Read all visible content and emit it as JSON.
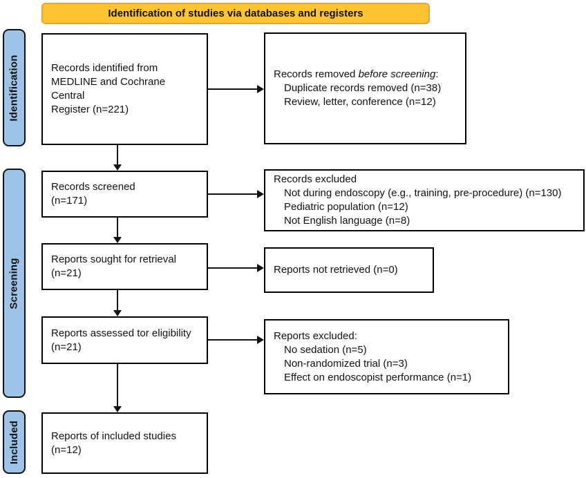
{
  "header": {
    "title": "Identification of studies via databases and registers"
  },
  "side_labels": {
    "identification": "Identification",
    "screening": "Screening",
    "included": "Included"
  },
  "boxes": {
    "records_identified": {
      "lines": [
        "Records identified from",
        "MEDLINE and Cochrane",
        "Central",
        "Register (n=221)"
      ]
    },
    "records_removed": {
      "title_prefix": "Records removed ",
      "title_italic": "before screening",
      "title_suffix": ":",
      "items": [
        "Duplicate records removed (n=38)",
        "Review, letter, conference (n=12)"
      ]
    },
    "records_screened": {
      "lines": [
        "Records screened",
        "(n=171)"
      ]
    },
    "records_excluded": {
      "title": "Records excluded",
      "items": [
        "Not during endoscopy (e.g., training, pre-procedure) (n=130)",
        "Pediatric population (n=12)",
        "Not English language (n=8)"
      ]
    },
    "reports_sought": {
      "lines": [
        "Reports sought for retrieval",
        "(n=21)"
      ]
    },
    "reports_not_retrieved": {
      "lines": [
        "Reports not retrieved (n=0)"
      ]
    },
    "reports_assessed": {
      "lines": [
        "Reports assessed tor eligibility",
        "(n=21)"
      ]
    },
    "reports_excluded": {
      "title": "Reports excluded:",
      "items": [
        "No sedation (n=5)",
        "Non-randomized trial (n=3)",
        "Effect on endoscopist performance (n=1)"
      ]
    },
    "reports_included": {
      "lines": [
        "Reports of included studies",
        "(n=12)"
      ]
    }
  },
  "colors": {
    "header_fill": "#FCC433",
    "header_border": "#E8A33B",
    "side_label_fill": "#9DC3E6",
    "box_border": "#000000",
    "text_color": "#111111"
  }
}
